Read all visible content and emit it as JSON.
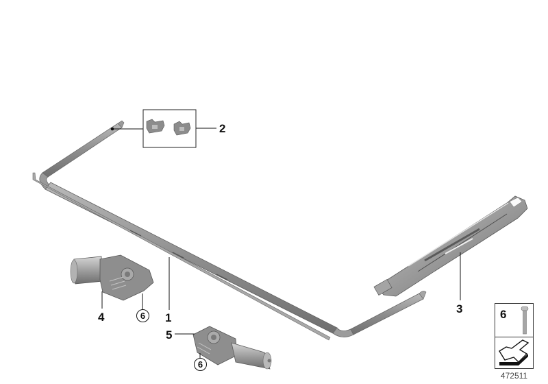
{
  "diagram": {
    "id": "472511",
    "background": "#ffffff",
    "part_color": "#8f8f8f",
    "line_color": "#111111"
  },
  "callouts": [
    {
      "number": "1",
      "part": "guide-rail-frame"
    },
    {
      "number": "2",
      "part": "clips-pair"
    },
    {
      "number": "3",
      "part": "sliding-mechanism"
    },
    {
      "number": "4",
      "part": "drive-motor-left"
    },
    {
      "number": "5",
      "part": "drive-motor-right"
    },
    {
      "number": "6",
      "part": "screw"
    }
  ],
  "circled_refs": [
    {
      "number": "6",
      "ref": "motor-4-screw"
    },
    {
      "number": "6",
      "ref": "motor-5-screw"
    }
  ],
  "legend": {
    "number": "6",
    "icon_top": "screw-icon",
    "icon_bottom": "arrow-icon"
  }
}
